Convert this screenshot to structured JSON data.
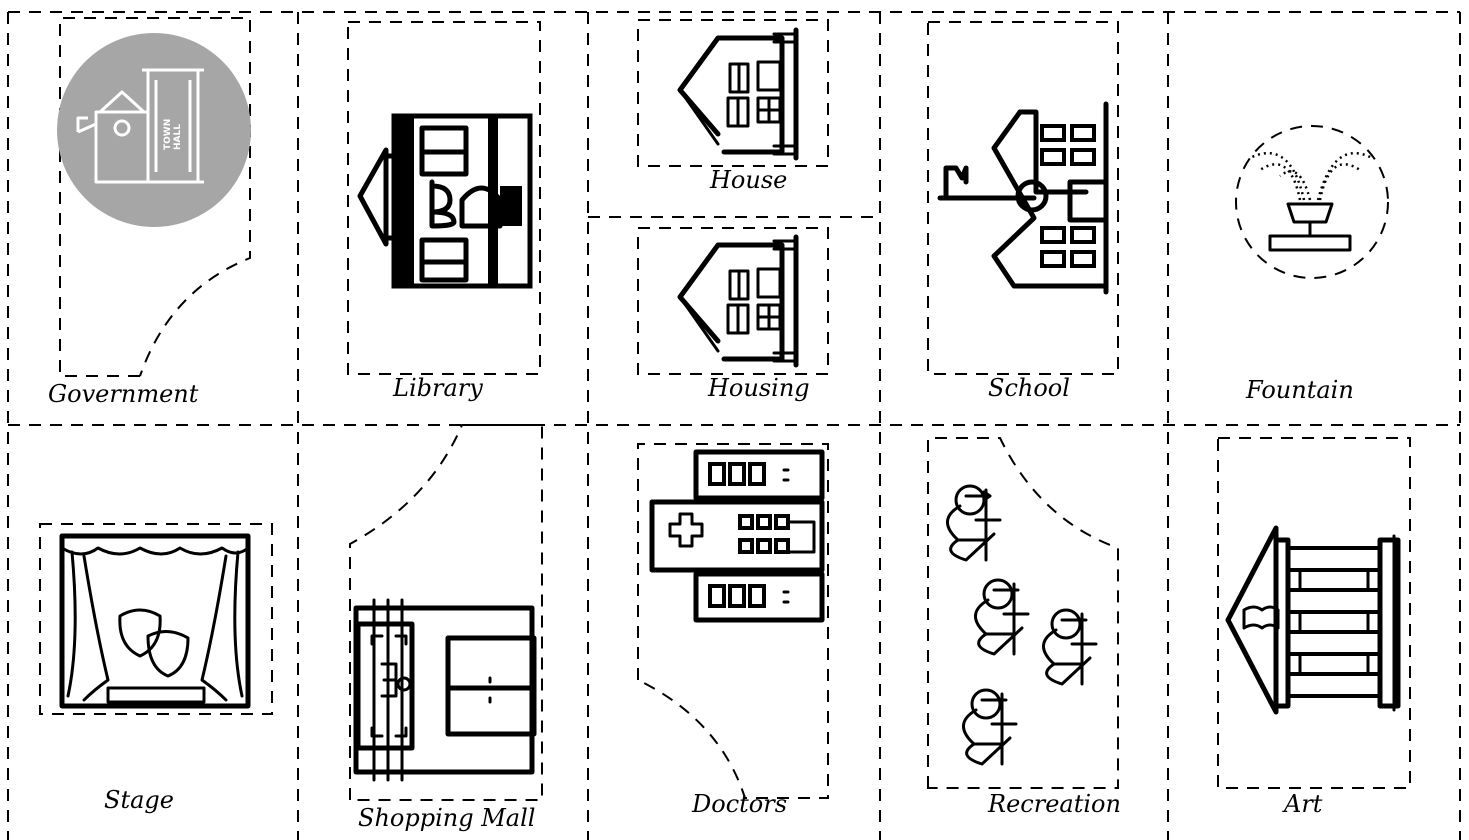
{
  "labels": {
    "government": "Government",
    "library": "Library",
    "house": "House",
    "housing": "Housing",
    "school": "School",
    "fountain": "Fountain",
    "stage": "Stage",
    "shopping_mall": "Shopping Mall",
    "doctors": "Doctors",
    "recreation": "Recreation",
    "art": "Art"
  },
  "town_hall_sign": [
    "TOWN",
    "HALL"
  ],
  "colors": {
    "ink": "#000000",
    "town_hall_circle": "#a6a6a6",
    "background": "#ffffff"
  }
}
